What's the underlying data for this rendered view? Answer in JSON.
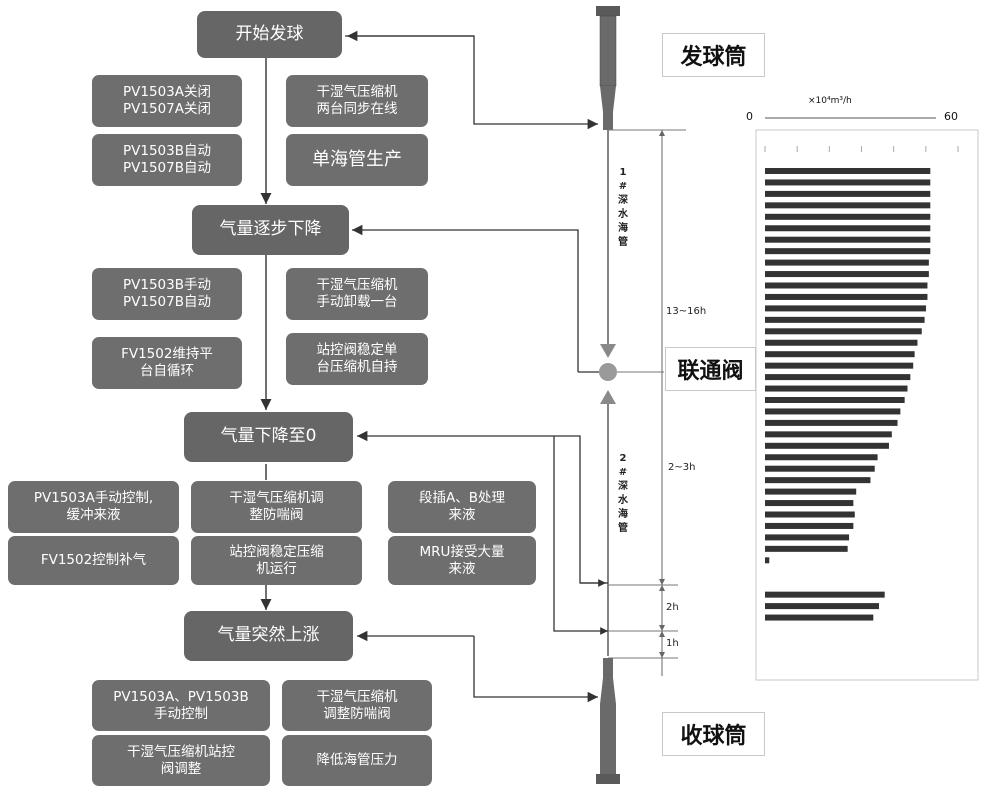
{
  "flow": {
    "step1": "开始发球",
    "step2": "气量逐步下降",
    "step3": "气量下降至0",
    "step4": "气量突然上涨"
  },
  "group1": {
    "a": "PV1503A关闭\nPV1507A关闭",
    "b": "干湿气压缩机\n两台同步在线",
    "c": "PV1503B自动\nPV1507B自动",
    "d": "单海管生产"
  },
  "group2": {
    "a": "PV1503B手动\nPV1507B自动",
    "b": "干湿气压缩机\n手动卸载一台",
    "c": "FV1502维持平\n台自循环",
    "d": "站控阀稳定单\n台压缩机自持"
  },
  "group3": {
    "a": "PV1503A手动控制,\n缓冲来液",
    "b": "干湿气压缩机调\n整防喘阀",
    "c": "段插A、B处理\n来液",
    "d": "FV1502控制补气",
    "e": "站控阀稳定压缩\n机运行",
    "f": "MRU接受大量\n来液"
  },
  "group4": {
    "a": "PV1503A、PV1503B\n手动控制",
    "b": "干湿气压缩机\n调整防喘阀",
    "c": "干湿气压缩机站控\n阀调整",
    "d": "降低海管压力"
  },
  "pipe": {
    "launcher": "发球筒",
    "valve": "联通阀",
    "receiver": "收球筒",
    "pipe1": "1 # 深 水 海 管",
    "pipe2": "2 # 深 水 海 管",
    "dur1": "13~16h",
    "dur2": "2~3h",
    "dur3": "2h",
    "dur4": "1h"
  },
  "chart_data": {
    "type": "bar",
    "orientation": "horizontal",
    "xlabel": "×10⁴m³/h",
    "axis_min_label": "0",
    "axis_max_label": "60",
    "xlim": [
      0,
      60
    ],
    "values": [
      58,
      58,
      58,
      58,
      58,
      58,
      58,
      58,
      57.5,
      57.5,
      57,
      57,
      56.5,
      56,
      55,
      53.5,
      52.5,
      52,
      51,
      50,
      49,
      47.5,
      46.5,
      44.5,
      43.5,
      39.5,
      38.5,
      37,
      32,
      31,
      31.5,
      31,
      29.5,
      29,
      1.5,
      null,
      null,
      42,
      40,
      38
    ],
    "grid": false
  }
}
